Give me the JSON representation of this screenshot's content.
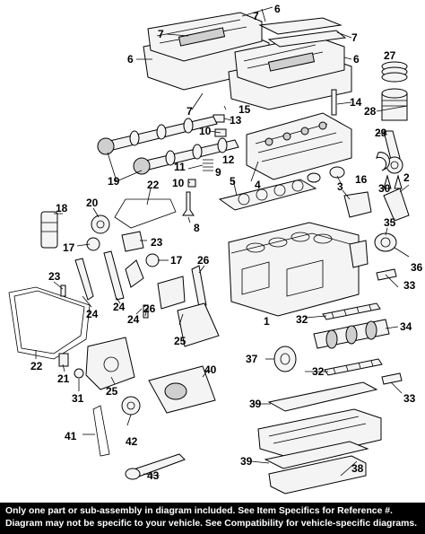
{
  "diagram": {
    "callouts": [
      "1",
      "2",
      "3",
      "4",
      "5",
      "6",
      "7",
      "8",
      "9",
      "10",
      "11",
      "12",
      "13",
      "14",
      "15",
      "16",
      "17",
      "18",
      "19",
      "20",
      "21",
      "22",
      "23",
      "24",
      "25",
      "26",
      "27",
      "28",
      "29",
      "30",
      "31",
      "32",
      "33",
      "34",
      "35",
      "36",
      "37",
      "38",
      "39",
      "40",
      "41",
      "42",
      "43"
    ]
  },
  "disclaimer": {
    "line1": "Only one part or sub-assembly in diagram included. See Item Specifics for Reference #.",
    "line2": "Diagram may not be specific to your vehicle. See Compatibility for vehicle-specific diagrams."
  }
}
